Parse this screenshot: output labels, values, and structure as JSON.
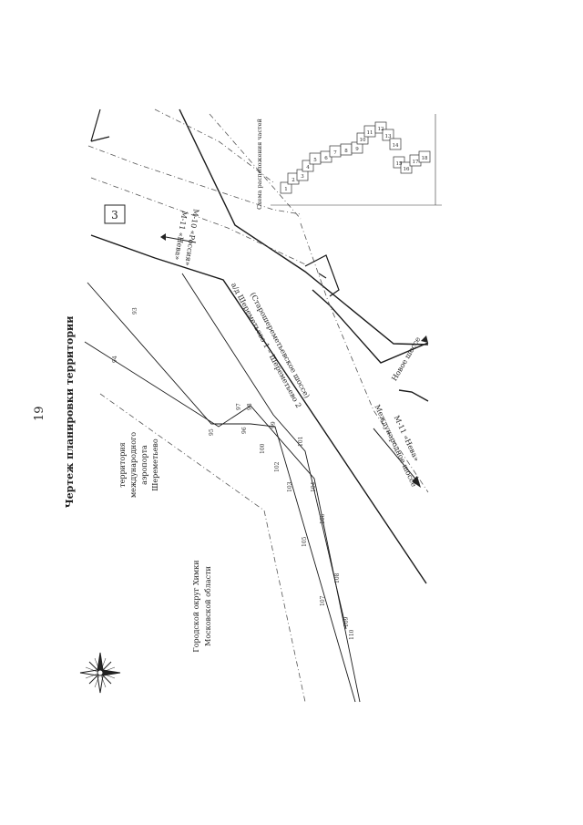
{
  "page_number": "19",
  "title": "Чертеж планировки территории",
  "territory_label": [
    "территория",
    "международного",
    "аэропорта",
    "Шереметьево"
  ],
  "district_label": [
    "Городской округ Химки",
    "Московской области"
  ],
  "road_direction_upper": [
    "М-10 «Россия»",
    "М-11 «Нева»"
  ],
  "road_name": [
    "а/д Шереметьево 1 – Шереметьево 2",
    "(Старошереметьевское шоссе)"
  ],
  "new_highway": "Новое шоссе",
  "road_direction_lower": [
    "Международное шоссе",
    "М-11 «Нева»"
  ],
  "zone_number": "3",
  "scheme_title": "Схема расположения частей",
  "scheme_cells": [
    "1",
    "2",
    "3",
    "4",
    "5",
    "6",
    "7",
    "8",
    "9",
    "10",
    "11",
    "12",
    "13",
    "14",
    "15",
    "16",
    "17",
    "18"
  ],
  "point_labels": [
    "93",
    "94",
    "95",
    "96",
    "97",
    "98",
    "99",
    "100",
    "101",
    "102",
    "103",
    "104",
    "105",
    "106",
    "107",
    "108",
    "109",
    "110"
  ],
  "colors": {
    "line": "#1a1a1a",
    "dash": "#555555"
  },
  "icons": {
    "compass": "compass-rose-icon",
    "arrow": "arrow-icon"
  }
}
